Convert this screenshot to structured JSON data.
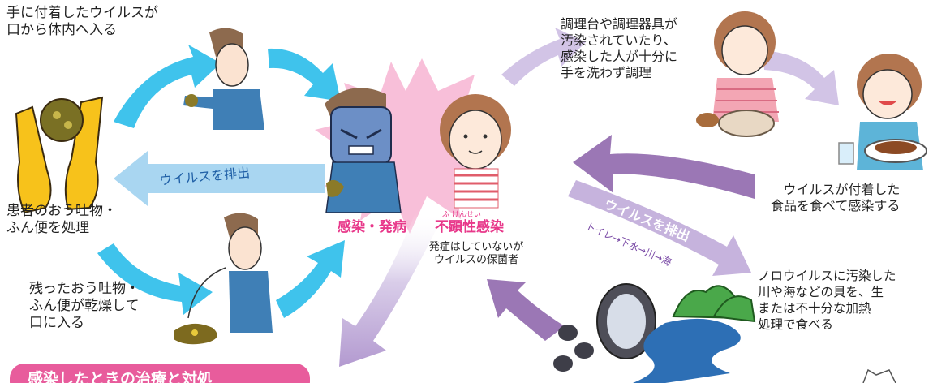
{
  "colors": {
    "cyan_arrow": "#3fc3ec",
    "lavender_arrow": "#d2c4e6",
    "purple_arrow": "#9b77b5",
    "pale_blue_arrow": "#a9d6f1",
    "accent_pink": "#e8388a",
    "burst_pink": "#f8bfd9",
    "glove_yellow": "#f7c21b",
    "hill_green": "#4aa84a"
  },
  "icons": [
    "glove-icon",
    "man-icon",
    "woman-icon",
    "cook-icon",
    "child-eating-icon",
    "shellfish-icon",
    "river-icon",
    "vomit-icon"
  ],
  "labels": {
    "hand_to_mouth": "手に付着したウイルスが\n口から体内へ入る",
    "patient_handling": "患者のおう吐物・\nふん便を処理",
    "dried_residue": "残ったおう吐物・\nふん便が乾燥して\n口に入る",
    "virus_excreted_left": "ウイルスを排出",
    "infection_onset": "感染・発病",
    "inapparent_ruby": "ふ けんせい",
    "inapparent_infection": "不顕性感染",
    "inapparent_note": "発症はしていないが\nウイルスの保菌者",
    "cook_contamination": "調理台や調理器具が\n汚染されていたり、\n感染した人が十分に\n手を洗わず調理",
    "food_infection": "ウイルスが付着した\n食品を食べて感染する",
    "virus_excreted_right": "ウイルスを排出",
    "sewage_route": "トイレ→下水→川→海",
    "shellfish_infection": "ノロウイルスに汚染した\n川や海などの貝を、生\nまたは不十分な加熱\n処理で食べる",
    "banner": "感染したときの治療と対処"
  }
}
